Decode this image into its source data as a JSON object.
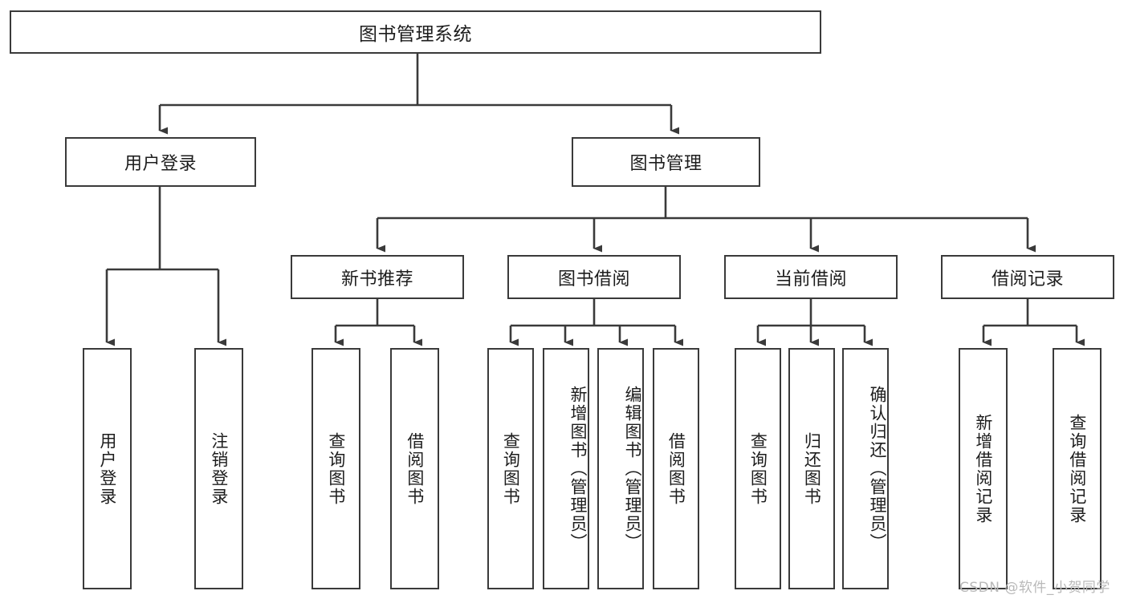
{
  "diagram": {
    "type": "tree-hierarchy",
    "title": "图书管理系统",
    "root": {
      "label": "图书管理系统"
    },
    "level2": [
      {
        "id": "user-login",
        "label": "用户登录"
      },
      {
        "id": "book-manage",
        "label": "图书管理"
      }
    ],
    "level3": [
      {
        "id": "new-book-recommend",
        "label": "新书推荐",
        "parent": "book-manage"
      },
      {
        "id": "book-borrow",
        "label": "图书借阅",
        "parent": "book-manage"
      },
      {
        "id": "current-borrow",
        "label": "当前借阅",
        "parent": "book-manage"
      },
      {
        "id": "borrow-record",
        "label": "借阅记录",
        "parent": "book-manage"
      }
    ],
    "leaves": [
      {
        "id": "leaf-user-login",
        "label": "用户登录",
        "parent": "user-login"
      },
      {
        "id": "leaf-user-logout",
        "label": "注销登录",
        "parent": "user-login"
      },
      {
        "id": "leaf-query-book-1",
        "label": "查询图书",
        "parent": "new-book-recommend"
      },
      {
        "id": "leaf-borrow-book-1",
        "label": "借阅图书",
        "parent": "new-book-recommend"
      },
      {
        "id": "leaf-query-book-2",
        "label": "查询图书",
        "parent": "book-borrow"
      },
      {
        "id": "leaf-add-book",
        "label": "新增图书（管理员）",
        "parent": "book-borrow"
      },
      {
        "id": "leaf-edit-book",
        "label": "编辑图书（管理员）",
        "parent": "book-borrow"
      },
      {
        "id": "leaf-borrow-book-2",
        "label": "借阅图书",
        "parent": "book-borrow"
      },
      {
        "id": "leaf-query-book-3",
        "label": "查询图书",
        "parent": "current-borrow"
      },
      {
        "id": "leaf-return-book",
        "label": "归还图书",
        "parent": "current-borrow"
      },
      {
        "id": "leaf-confirm-return",
        "label": "确认归还（管理员）",
        "parent": "current-borrow"
      },
      {
        "id": "leaf-add-record",
        "label": "新增借阅记录",
        "parent": "borrow-record"
      },
      {
        "id": "leaf-query-record",
        "label": "查询借阅记录",
        "parent": "borrow-record"
      }
    ],
    "colors": {
      "border": "#3a3a3a",
      "background": "#ffffff",
      "text": "#1d1d1d",
      "watermark": "#b9b9b9"
    }
  },
  "watermark": {
    "text": "CSDN @软件_小贺同学"
  }
}
